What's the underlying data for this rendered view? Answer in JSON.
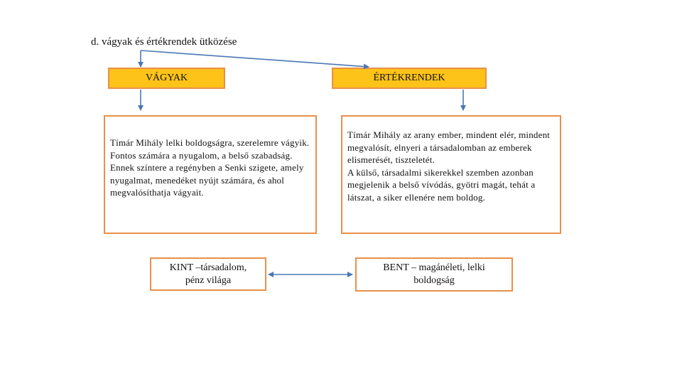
{
  "title": "d. vágyak és értékrendek ütközése",
  "colors": {
    "header_fill": "#fdc318",
    "box_border": "#e8904a",
    "arrow": "#4a78b5"
  },
  "vagyak": {
    "label": "VÁGYAK",
    "paragraphs": [
      "Tímár Mihály lelki boldogságra, szerelemre vágyik. Fontos számára a nyugalom, a belső szabadság.",
      "Ennek színtere a regényben a Senki szigete, amely nyugalmat, menedéket nyújt számára, és ahol megvalósíthatja vágyait."
    ]
  },
  "ertekrendek": {
    "label": "ÉRTÉKRENDEK",
    "paragraphs": [
      "Tímár Mihály az arany ember, mindent elér, mindent megvalósít, elnyeri a társadalomban az emberek elismerését, tiszteletét.",
      "A külső, társadalmi sikerekkel szemben azonban megjelenik a belső vívódás, gyötri magát, tehát a látszat, a siker ellenére nem boldog."
    ]
  },
  "kint": {
    "line1": "KINT –társadalom,",
    "line2": "pénz világa"
  },
  "bent": {
    "line1": "BENT – magánéleti, lelki",
    "line2": "boldogság"
  }
}
